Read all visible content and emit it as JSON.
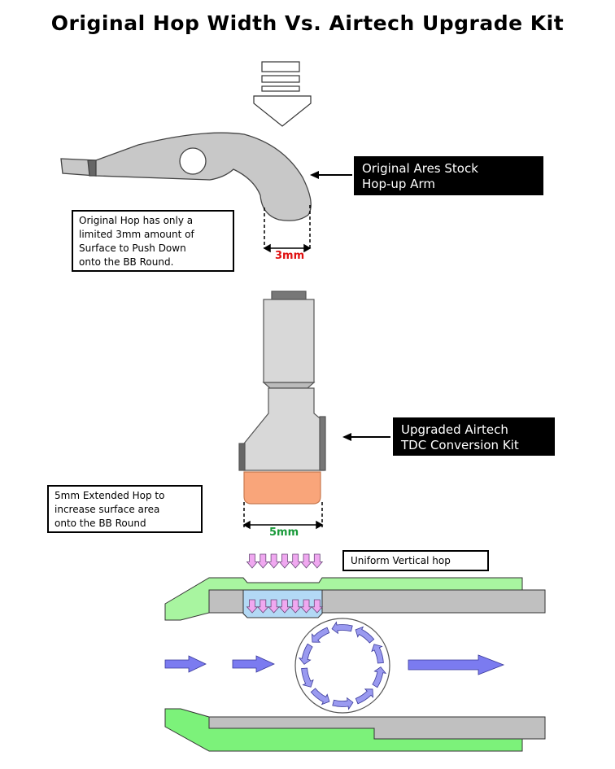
{
  "title": "Original Hop Width Vs. Airtech Upgrade Kit",
  "labels": {
    "stock_arm_line1": "Original Ares Stock",
    "stock_arm_line2": "Hop-up Arm",
    "tdc_line1": "Upgraded Airtech",
    "tdc_line2": "TDC Conversion Kit",
    "uniform": "Uniform Vertical hop"
  },
  "notes": {
    "original": [
      "Original Hop has only a",
      "limited 3mm amount of",
      "Surface to Push Down",
      "onto the BB Round."
    ],
    "extended": [
      "5mm Extended Hop to",
      "increase surface area",
      "onto the BB Round"
    ]
  },
  "dimensions": {
    "original": "3mm",
    "extended": "5mm"
  },
  "colors": {
    "original_dim": "#e01010",
    "extended_dim": "#1a9a3a",
    "hop_pad": "#f9a57a",
    "barrel_green": "#88f088",
    "flow_arrow": "#7b7bf0",
    "pressure_arrow": "#f0a8f0"
  }
}
